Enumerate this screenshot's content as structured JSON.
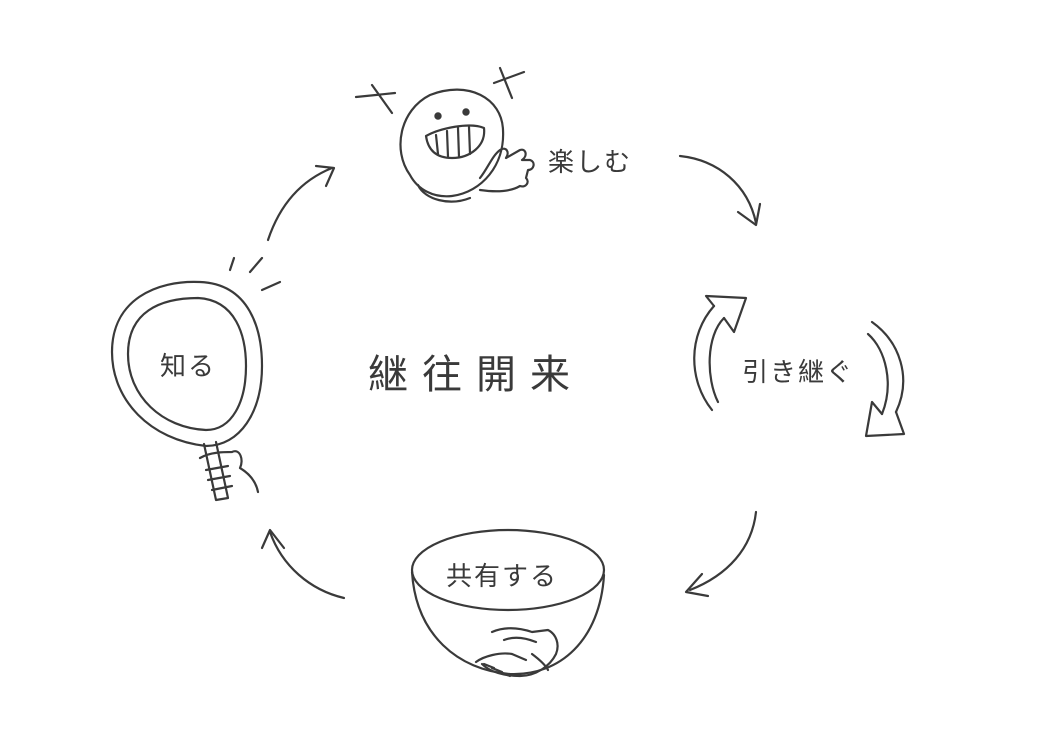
{
  "diagram": {
    "center_title": "継往開来",
    "steps": {
      "enjoy": "楽しむ",
      "inherit": "引き継ぐ",
      "share": "共有する",
      "know": "知る"
    },
    "line_color": "#3a3a3a",
    "background": "#ffffff"
  }
}
